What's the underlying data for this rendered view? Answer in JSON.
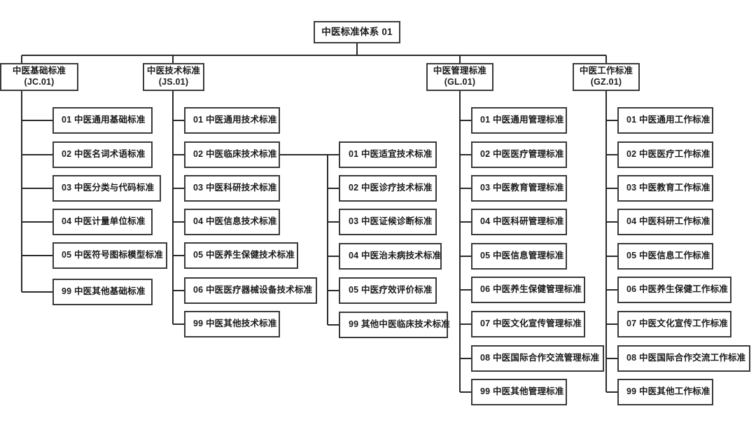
{
  "diagram": {
    "type": "org-tree",
    "title": "中医标准体系 01",
    "root": {
      "label": "中医标准体系 01",
      "code": "01"
    },
    "branches": [
      {
        "name": "中医基础标准",
        "code": "(JC.01)",
        "children": [
          {
            "num": "01",
            "label": "01 中医通用基础标准"
          },
          {
            "num": "02",
            "label": "02 中医名词术语标准"
          },
          {
            "num": "03",
            "label": "03 中医分类与代码标准"
          },
          {
            "num": "04",
            "label": "04 中医计量单位标准"
          },
          {
            "num": "05",
            "label": "05 中医符号图标模型标准"
          },
          {
            "num": "99",
            "label": "99 中医其他基础标准"
          }
        ]
      },
      {
        "name": "中医技术标准",
        "code": "(JS.01)",
        "children": [
          {
            "num": "01",
            "label": "01 中医通用技术标准"
          },
          {
            "num": "02",
            "label": "02 中医临床技术标准"
          },
          {
            "num": "03",
            "label": "03 中医科研技术标准"
          },
          {
            "num": "04",
            "label": "04 中医信息技术标准"
          },
          {
            "num": "05",
            "label": "05 中医养生保健技术标准"
          },
          {
            "num": "06",
            "label": "06 中医医疗器械设备技术标准"
          },
          {
            "num": "99",
            "label": "99 中医其他技术标准"
          }
        ],
        "sub_of_child": "02 中医临床技术标准",
        "subchildren": [
          {
            "num": "01",
            "label": "01 中医适宜技术标准"
          },
          {
            "num": "02",
            "label": "02 中医诊疗技术标准"
          },
          {
            "num": "03",
            "label": "03 中医证候诊断标准"
          },
          {
            "num": "04",
            "label": "04 中医治未病技术标准"
          },
          {
            "num": "05",
            "label": "05 中医疗效评价标准"
          },
          {
            "num": "99",
            "label": "99 其他中医临床技术标准"
          }
        ]
      },
      {
        "name": "中医管理标准",
        "code": "(GL.01)",
        "children": [
          {
            "num": "01",
            "label": "01 中医通用管理标准"
          },
          {
            "num": "02",
            "label": "02 中医医疗管理标准"
          },
          {
            "num": "03",
            "label": "03 中医教育管理标准"
          },
          {
            "num": "04",
            "label": "04 中医科研管理标准"
          },
          {
            "num": "05",
            "label": "05 中医信息管理标准"
          },
          {
            "num": "06",
            "label": "06 中医养生保健管理标准"
          },
          {
            "num": "07",
            "label": "07 中医文化宣传管理标准"
          },
          {
            "num": "08",
            "label": "08 中医国际合作交流管理标准"
          },
          {
            "num": "99",
            "label": "99 中医其他管理标准"
          }
        ]
      },
      {
        "name": "中医工作标准",
        "code": "(GZ.01)",
        "children": [
          {
            "num": "01",
            "label": "01 中医通用工作标准"
          },
          {
            "num": "02",
            "label": "02 中医医疗工作标准"
          },
          {
            "num": "03",
            "label": "03 中医教育工作标准"
          },
          {
            "num": "04",
            "label": "04 中医科研工作标准"
          },
          {
            "num": "05",
            "label": "05 中医信息工作标准"
          },
          {
            "num": "06",
            "label": "06 中医养生保健工作标准"
          },
          {
            "num": "07",
            "label": "07 中医文化宣传工作标准"
          },
          {
            "num": "08",
            "label": "08 中医国际合作交流工作标准"
          },
          {
            "num": "99",
            "label": "99 中医其他工作标准"
          }
        ]
      }
    ],
    "colors": {
      "box_border": "#3a3a3a",
      "box_fill": "#ffffff",
      "line": "#2a2a2a",
      "text": "#1b1b1b"
    }
  }
}
